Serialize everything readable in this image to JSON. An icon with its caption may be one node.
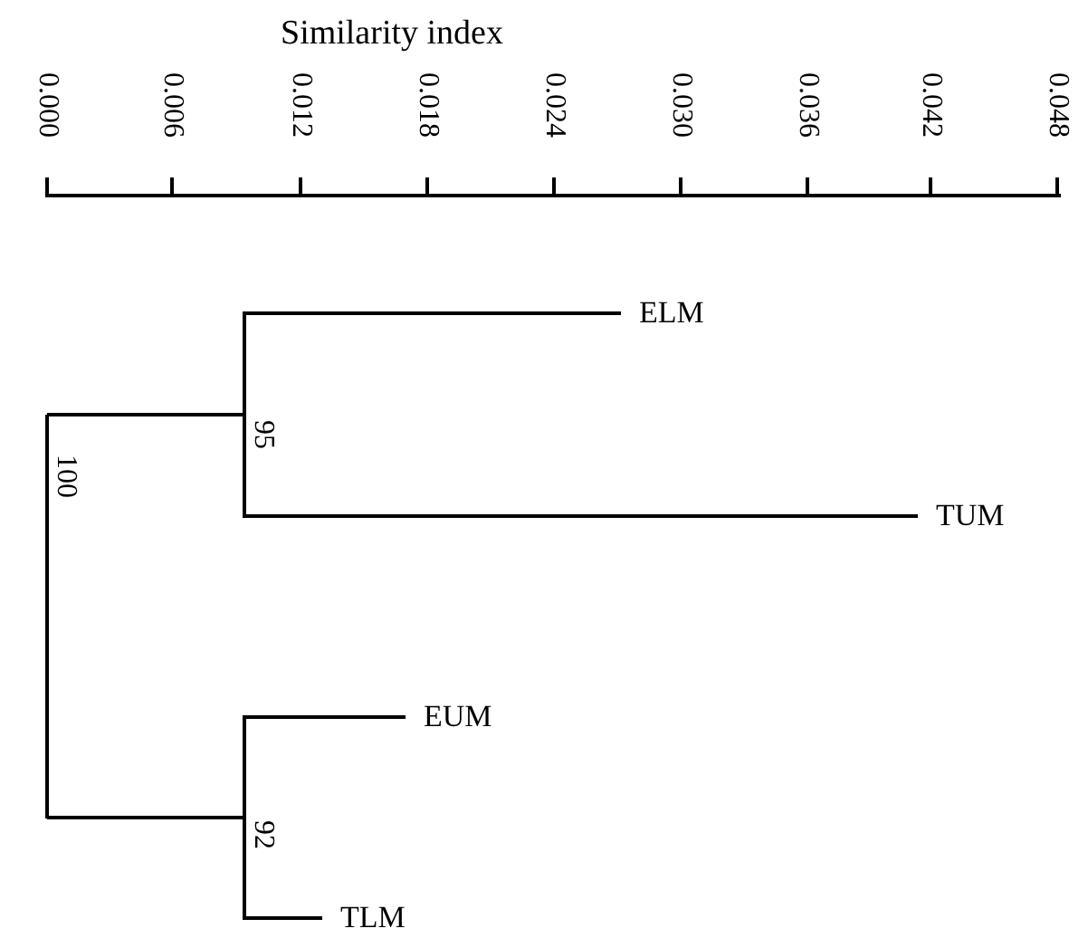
{
  "diagram": {
    "nodes": [
      {
        "text": [
          "100"
        ]
      },
      {
        "text": [
          "95"
        ]
      },
      {
        "text": [
          "ELM"
        ]
      },
      {
        "text": [
          "TUM"
        ]
      },
      {
        "text": [
          "92"
        ]
      },
      {
        "text": [
          "EUM"
        ]
      },
      {
        "text": [
          "TLM"
        ]
      }
    ],
    "edges": [
      {
        "from": 0,
        "to": 1,
        "arrow": "none"
      },
      {
        "from": 1,
        "to": 2,
        "arrow": "none"
      },
      {
        "from": 1,
        "to": 3,
        "arrow": "none"
      },
      {
        "from": 0,
        "to": 4,
        "arrow": "none"
      },
      {
        "from": 4,
        "to": 5,
        "arrow": "none"
      },
      {
        "from": 4,
        "to": 6,
        "arrow": "none"
      }
    ],
    "labels": [
      "Similarity index",
      "0.000",
      "0.006",
      "0.012",
      "0.018",
      "0.024",
      "0.030",
      "0.036",
      "0.042",
      "0.048"
    ]
  }
}
